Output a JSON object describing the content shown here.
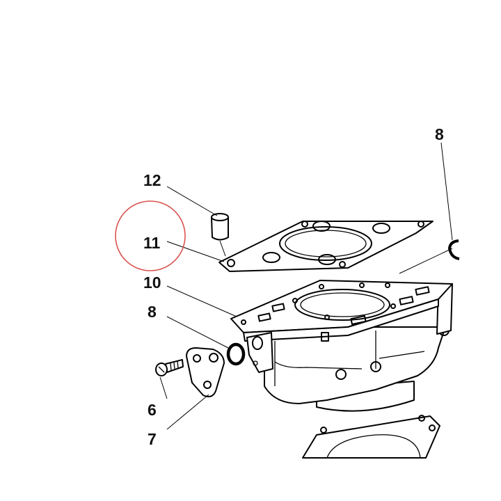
{
  "callouts": {
    "c12": "12",
    "c11": "11",
    "c10": "10",
    "c8_top": "8",
    "c8_left": "8",
    "c6": "6",
    "c7": "7"
  },
  "highlight": {
    "target": "11",
    "color": "#d9534f"
  },
  "colors": {
    "ink": "#000000",
    "background": "#ffffff"
  }
}
